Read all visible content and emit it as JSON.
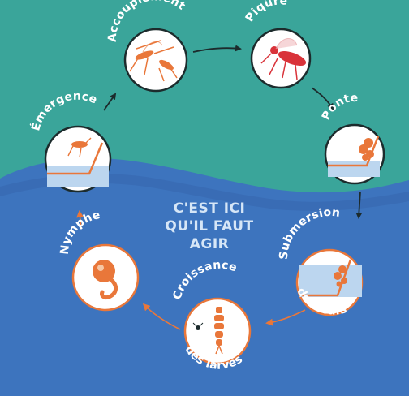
{
  "colors": {
    "background": "#3aa59a",
    "water": "#3d74be",
    "water_dark": "#335fa6",
    "circle_fill": "#ffffff",
    "orange": "#e9773a",
    "arrow_dark": "#1c2b2c",
    "center_text": "#d6e6f7"
  },
  "stages": [
    {
      "label": "Accouplement",
      "icon": "mating-mosquitoes-icon"
    },
    {
      "label": "Piqûre",
      "icon": "biting-mosquito-icon"
    },
    {
      "label": "Ponte",
      "icon": "egg-laying-icon"
    },
    {
      "label": "Submersion",
      "label2": "des œufs",
      "icon": "submerged-eggs-icon"
    },
    {
      "label": "Croissance",
      "label2": "des larves",
      "icon": "larva-icon"
    },
    {
      "label": "Nymphe",
      "icon": "pupa-icon"
    },
    {
      "label": "Émergence",
      "icon": "emerging-mosquito-icon"
    }
  ],
  "center": {
    "line1": "C'EST ICI",
    "line2": "QU'IL FAUT",
    "line3": "AGIR"
  }
}
